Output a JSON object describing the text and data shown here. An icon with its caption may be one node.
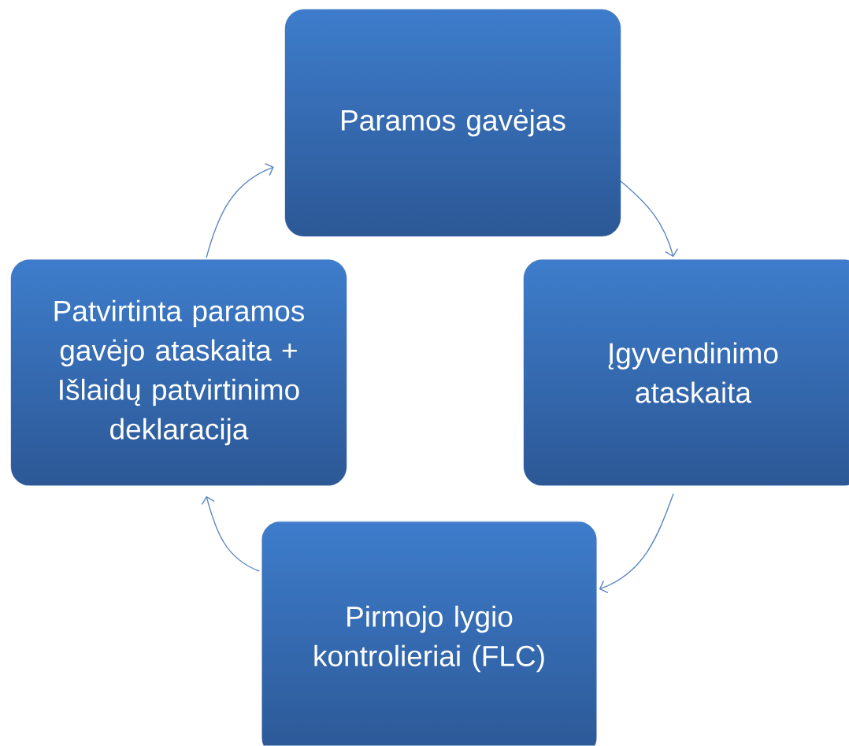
{
  "diagram": {
    "nodes": [
      {
        "text": [
          "Paramos gavėjas"
        ]
      },
      {
        "text": [
          "Įgyvendinimo ataskaita"
        ]
      },
      {
        "text": [
          "Pirmojo lygio kontrolieriai (FLC)"
        ]
      },
      {
        "text": [
          "Patvirtinta paramos gavėjo ataskaita + Išlaidų patvirtinimo deklaracija"
        ]
      }
    ],
    "edges": [
      {
        "from": 0,
        "to": 1,
        "arrow": "to"
      },
      {
        "from": 1,
        "to": 2,
        "arrow": "to"
      },
      {
        "from": 2,
        "to": 3,
        "arrow": "to"
      },
      {
        "from": 3,
        "to": 0,
        "arrow": "to"
      }
    ]
  }
}
